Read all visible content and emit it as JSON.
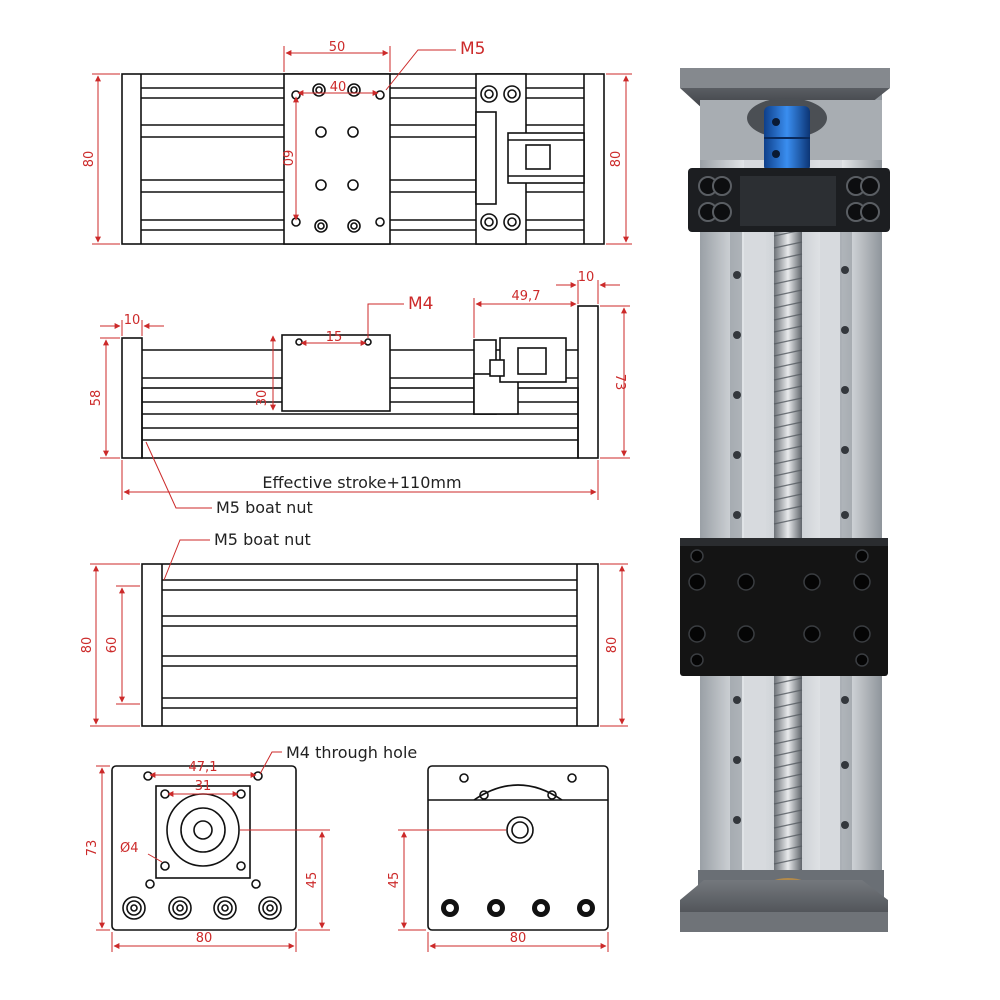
{
  "views": {
    "top": {
      "dim_carriage_width": "50",
      "dim_hole_spacing_x": "40",
      "dim_hole_spacing_y": "60",
      "dim_height_left": "80",
      "dim_height_right": "80",
      "callout": "M5"
    },
    "side": {
      "dim_left_plate": "10",
      "dim_right_plate": "10",
      "dim_motor_mount": "49,7",
      "dim_hole_spacing": "15",
      "dim_height_left": "58",
      "dim_height_right": "73",
      "dim_carriage_height": "30",
      "callout": "M4",
      "stroke_label": "Effective stroke+110mm",
      "boat_nut_label": "M5 boat nut"
    },
    "bottom": {
      "boat_nut_label": "M5 boat nut",
      "dim_height_left": "80",
      "dim_inner_height": "60",
      "dim_height_right": "80"
    },
    "end_left": {
      "dim_flange": "47,1",
      "dim_bolt": "31",
      "dim_hole_dia": "Ø4",
      "dim_height": "73",
      "dim_center_height": "45",
      "dim_width": "80",
      "callout": "M4 through hole"
    },
    "end_right": {
      "dim_center_height": "45",
      "dim_width": "80"
    }
  },
  "photo": {
    "coupler_color": "#1f6fd1",
    "carriage_color": "#141414",
    "rail_color": "#c9cdd2"
  }
}
